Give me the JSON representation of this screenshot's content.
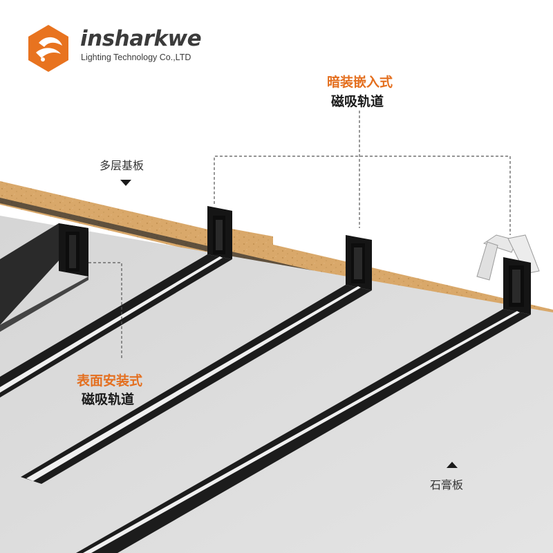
{
  "brand": {
    "name": "insharkwe",
    "subtitle": "Lighting Technology Co.,LTD",
    "logo_icon": "shark-hexagon-icon",
    "logo_color": "#e8731f"
  },
  "callouts": {
    "recessed": {
      "title": "暗装嵌入式",
      "subtitle": "磁吸轨道"
    },
    "surface": {
      "title": "表面安装式",
      "subtitle": "磁吸轨道"
    },
    "multilayer_board": "多层基板",
    "gypsum_board": "石膏板"
  },
  "colors": {
    "accent": "#e46f1f",
    "text": "#1a1a1a",
    "wood": "#d9a86a",
    "ceiling": "#dcdcdc",
    "track": "#1c1c1c"
  }
}
